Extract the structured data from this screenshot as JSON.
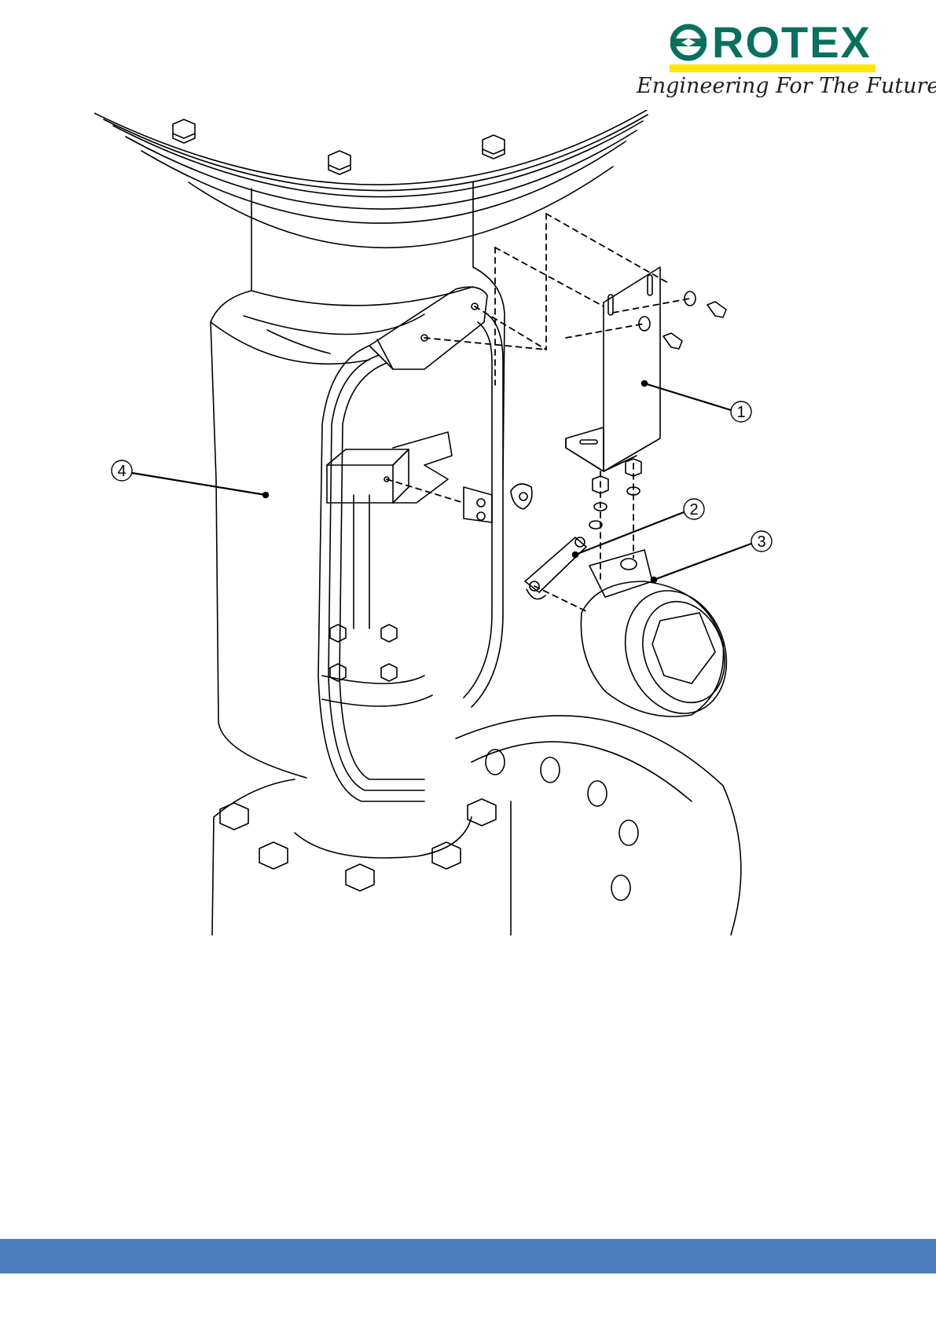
{
  "logo": {
    "wordmark": "ROTEX",
    "tagline": "Engineering For The Future",
    "brand_color": "#0b6f5f",
    "accent_color": "#ffe600",
    "mark_icon": "rotex-logo-mark-icon"
  },
  "diagram": {
    "callouts": [
      {
        "id": "1",
        "label": "1"
      },
      {
        "id": "2",
        "label": "2"
      },
      {
        "id": "3",
        "label": "3"
      },
      {
        "id": "4",
        "label": "4"
      }
    ],
    "line_color": "#000000"
  },
  "footer": {
    "band_color": "#4d7fc0"
  }
}
